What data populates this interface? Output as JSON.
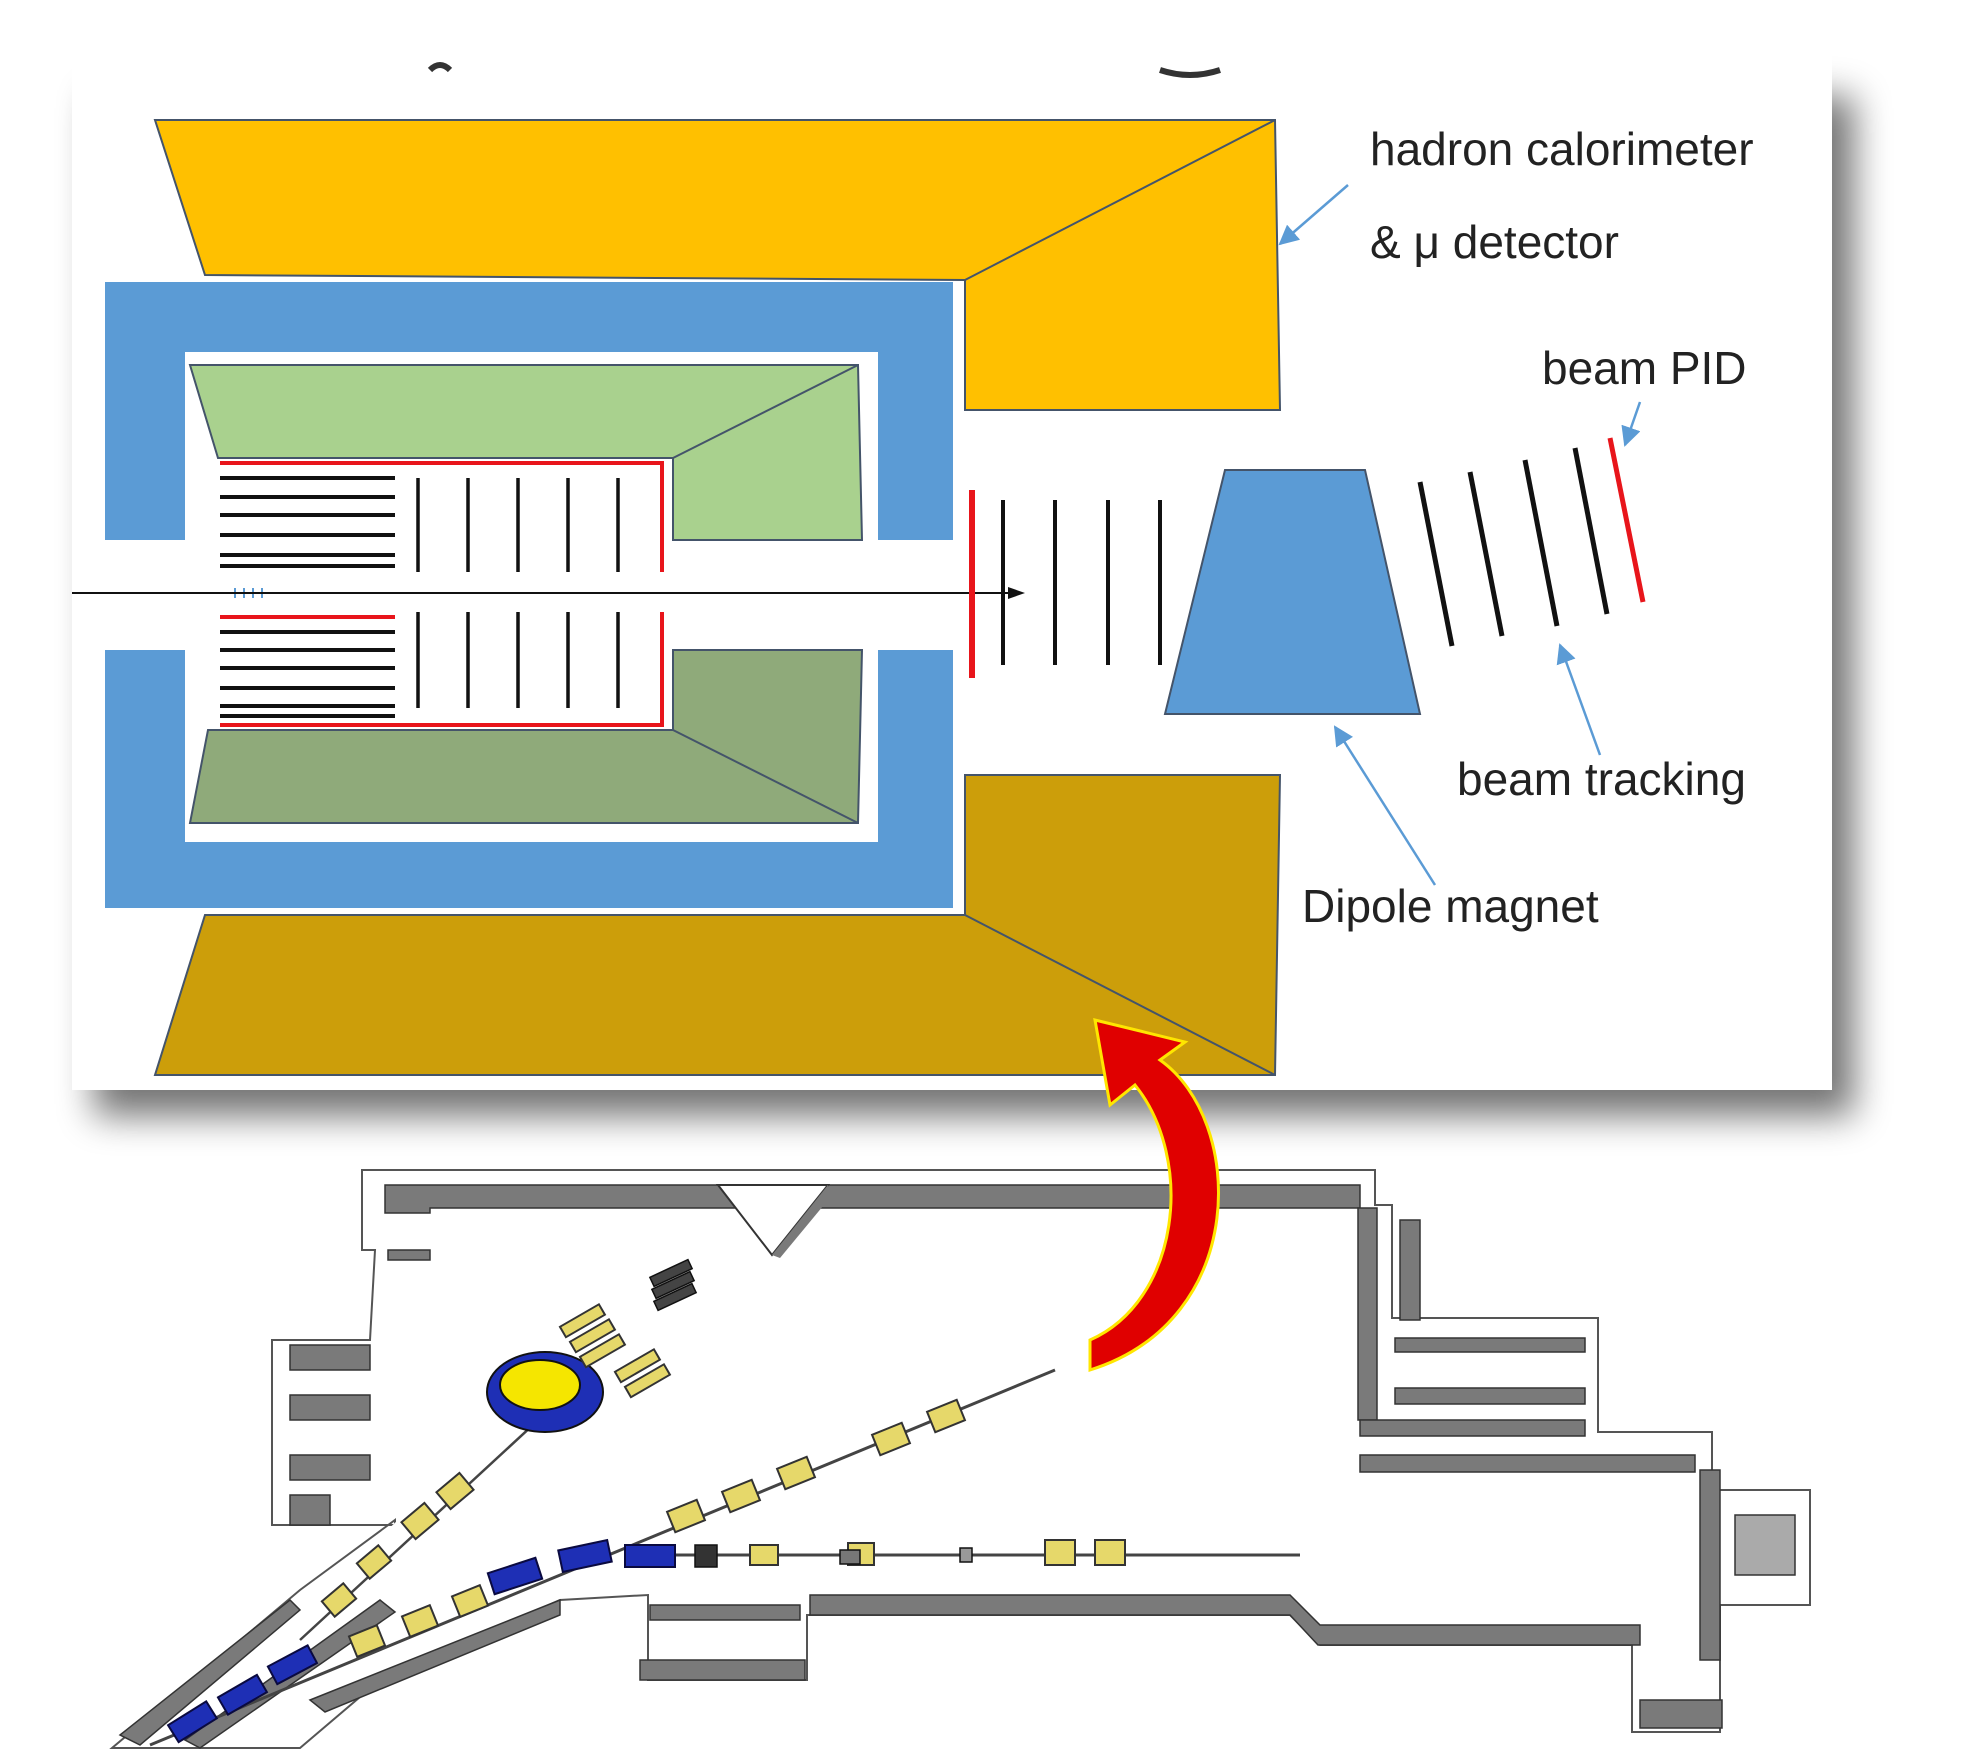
{
  "labels": {
    "hadron_calorimeter": "hadron calorimeter",
    "mu_detector": "& μ detector",
    "beam_pid": "beam PID",
    "beam_tracking": "beam tracking",
    "dipole_magnet": "Dipole magnet"
  },
  "colors": {
    "calorimeter_top": "#FFC000",
    "calorimeter_bottom": "#CC9E0A",
    "magnet_yoke": "#5B9BD5",
    "tracker_top": "#A9D18E",
    "tracker_bottom": "#8FAA7A",
    "pid_red": "#E8151B",
    "callout_line": "#5B9BD5",
    "curved_arrow": "#E00000",
    "curved_arrow_outline": "#FFE600",
    "hall_wall": "#7A7A7A",
    "beamline_magnet_yellow": "#E6D86A",
    "beamline_magnet_blue": "#1E2FB5"
  },
  "icons": {
    "curved_arrow": "curved-arrow-icon",
    "beam_direction": "arrowhead-icon"
  }
}
